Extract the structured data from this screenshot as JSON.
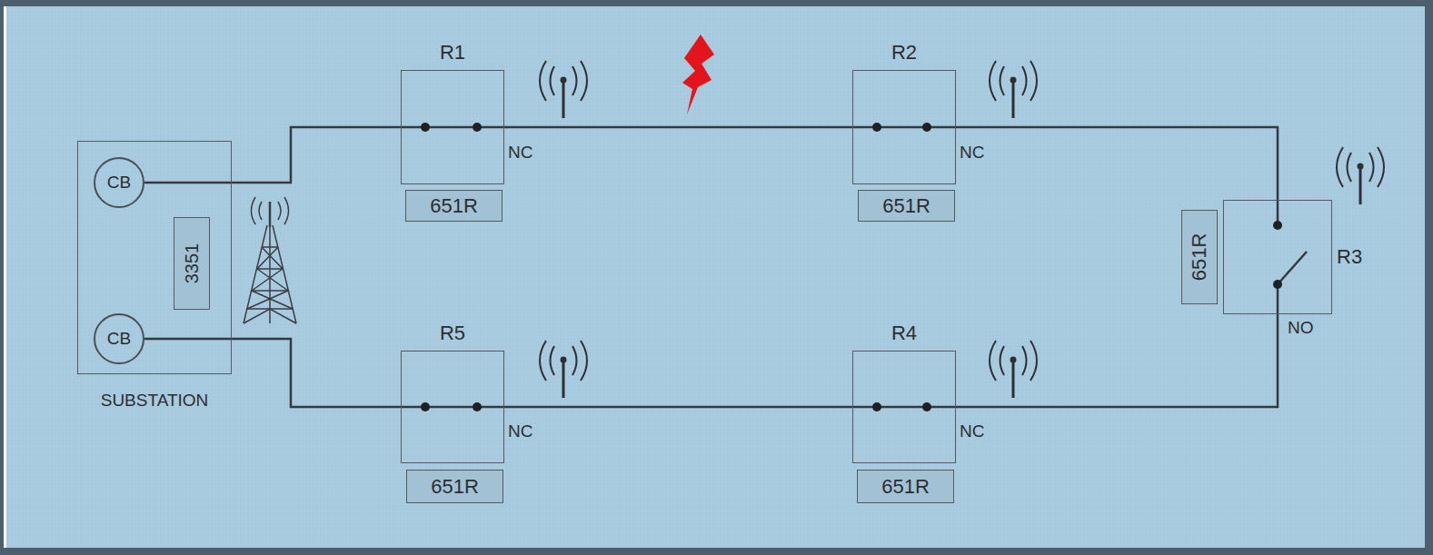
{
  "diagram": {
    "nodes": [
      {
        "text": [
          "SUBSTATION"
        ]
      },
      {
        "text": [
          "CB"
        ],
        "in": 0
      },
      {
        "text": [
          "3351"
        ],
        "in": 0
      },
      {
        "text": [
          "CB"
        ],
        "in": 0
      },
      {
        "text": [
          "R1",
          "NC"
        ]
      },
      {
        "text": [
          "651R"
        ]
      },
      {
        "text": [
          "R2",
          "NC"
        ]
      },
      {
        "text": [
          "651R"
        ]
      },
      {
        "text": [
          "R3",
          "NO"
        ]
      },
      {
        "text": [
          "651R"
        ]
      },
      {
        "text": [
          "R5",
          "NC"
        ]
      },
      {
        "text": [
          "651R"
        ]
      },
      {
        "text": [
          "R4",
          "NC"
        ]
      },
      {
        "text": [
          "651R"
        ]
      }
    ],
    "edges": [
      {
        "from": 1,
        "to": 4,
        "arrow": "none"
      },
      {
        "from": 4,
        "to": 6,
        "arrow": "none"
      },
      {
        "from": 6,
        "to": 8,
        "arrow": "none"
      },
      {
        "from": 8,
        "to": 12,
        "arrow": "none"
      },
      {
        "from": 12,
        "to": 10,
        "arrow": "none"
      },
      {
        "from": 10,
        "to": 3,
        "arrow": "none"
      }
    ]
  }
}
